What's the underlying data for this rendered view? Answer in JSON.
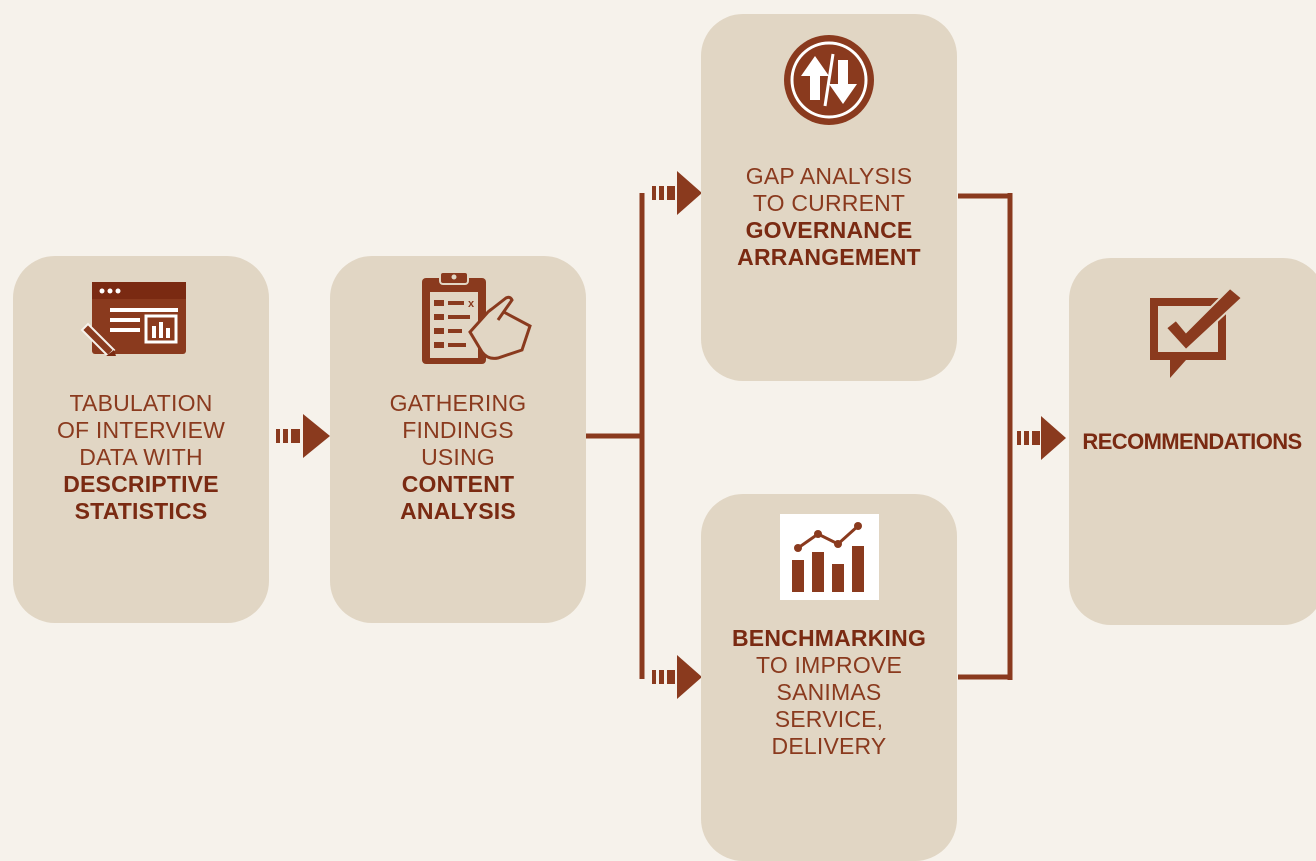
{
  "colors": {
    "background": "#f6f2eb",
    "card": "#e1d6c4",
    "accent": "#8a3a1e",
    "accent_dark": "#7a2a12"
  },
  "steps": [
    {
      "id": "tabulation",
      "icon": "data-table-icon",
      "lines": [
        "TABULATION",
        "OF INTERVIEW",
        "DATA WITH"
      ],
      "bold_lines": [
        "DESCRIPTIVE",
        "STATISTICS"
      ]
    },
    {
      "id": "gathering",
      "icon": "clipboard-checklist-icon",
      "lines": [
        "GATHERING",
        "FINDINGS",
        "USING"
      ],
      "bold_lines": [
        "CONTENT",
        "ANALYSIS"
      ]
    },
    {
      "id": "gap-analysis",
      "icon": "up-down-arrows-icon",
      "lines": [
        "GAP ANALYSIS",
        "TO CURRENT"
      ],
      "bold_lines": [
        "GOVERNANCE",
        "ARRANGEMENT"
      ]
    },
    {
      "id": "benchmarking",
      "icon": "bar-chart-trend-icon",
      "bold_lines": [
        "BENCHMARKING"
      ],
      "lines": [
        "TO IMPROVE",
        "SANIMAS",
        "SERVICE,",
        "DELIVERY"
      ]
    },
    {
      "id": "recommendations",
      "icon": "checkmark-speech-bubble-icon",
      "bold_lines": [
        "RECOMMENDATIONS"
      ]
    }
  ]
}
